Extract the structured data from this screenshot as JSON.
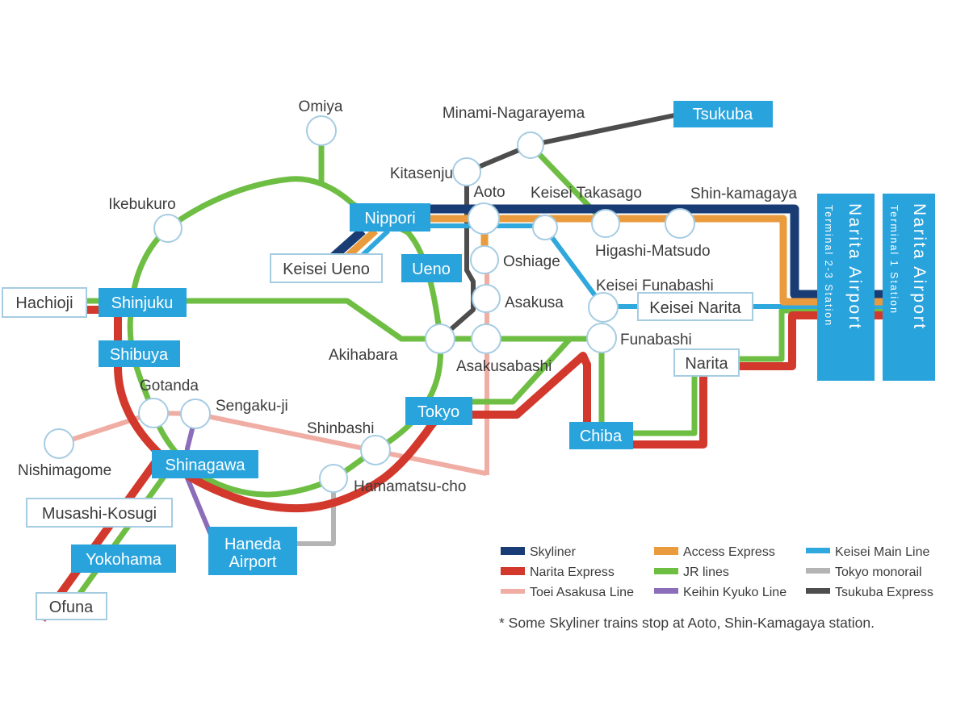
{
  "stations": {
    "omiya": "Omiya",
    "ikebukuro": "Ikebukuro",
    "minami_nagarayema": "Minami-Nagarayema",
    "kitasenju": "Kitasenju",
    "aoto": "Aoto",
    "keisei_takasago": "Keisei Takasago",
    "shin_kamagaya": "Shin-kamagaya",
    "higashi_matsudo": "Higashi-Matsudo",
    "oshiage": "Oshiage",
    "asakusa": "Asakusa",
    "keisei_funabashi": "Keisei Funabashi",
    "funabashi": "Funabashi",
    "asakusabashi": "Asakusabashi",
    "akihabara": "Akihabara",
    "shinbashi": "Shinbashi",
    "hamamatsu_cho": "Hamamatsu-cho",
    "gotanda": "Gotanda",
    "sengaku_ji": "Sengaku-ji",
    "nishimagome": "Nishimagome"
  },
  "boxes": {
    "tsukuba": "Tsukuba",
    "nippori": "Nippori",
    "ueno": "Ueno",
    "shinjuku": "Shinjuku",
    "shibuya": "Shibuya",
    "tokyo": "Tokyo",
    "chiba": "Chiba",
    "shinagawa": "Shinagawa",
    "yokohama": "Yokohama",
    "haneda_line1": "Haneda",
    "haneda_line2": "Airport",
    "hachioji": "Hachioji",
    "keisei_ueno": "Keisei Ueno",
    "keisei_narita": "Keisei Narita",
    "narita": "Narita",
    "musashi_kosugi": "Musashi-Kosugi",
    "ofuna": "Ofuna"
  },
  "airport": {
    "t23": {
      "title": "Narita Airport",
      "subtitle": "Terminal 2-3 Station"
    },
    "t1": {
      "title": "Narita Airport",
      "subtitle": "Terminal 1 Station"
    }
  },
  "lines": {
    "skyliner": {
      "name": "Skyliner",
      "color": "#1A3C74"
    },
    "narita_express": {
      "name": "Narita Express",
      "color": "#D2382C"
    },
    "toei_asakusa": {
      "name": "Toei Asakusa Line",
      "color": "#F0ADA4"
    },
    "access_express": {
      "name": "Access Express",
      "color": "#E99B3E"
    },
    "jr": {
      "name": "JR lines",
      "color": "#6FBE44"
    },
    "keihin_kyuko": {
      "name": "Keihin Kyuko Line",
      "color": "#8C6DB9"
    },
    "keisei_main": {
      "name": "Keisei Main Line",
      "color": "#2FA8DD"
    },
    "monorail": {
      "name": "Tokyo monorail",
      "color": "#B4B4B4"
    },
    "tsukuba_express": {
      "name": "Tsukuba Express",
      "color": "#4D4D4D"
    }
  },
  "ui": {
    "box_blue": "#29A3DC",
    "box_text": "#FFFFFF",
    "label_color": "#3C3C3C",
    "border_light_blue": "#A6CCE2",
    "background": "#FFFFFF"
  },
  "footnote": "* Some Skyliner trains stop at Aoto, Shin-Kamagaya station."
}
